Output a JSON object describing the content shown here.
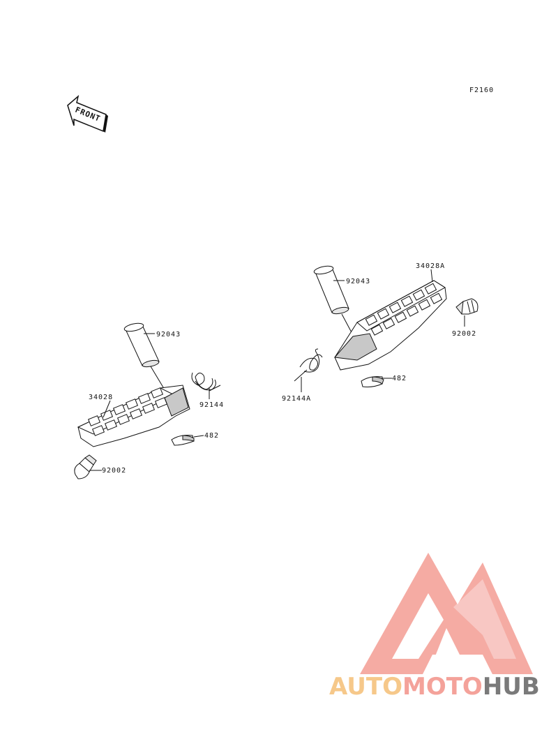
{
  "figure_code": "F2160",
  "front_arrow_text": "FRONT",
  "left_assembly": {
    "footpeg_label": "34028",
    "pin_label": "92043",
    "spring_label": "92144",
    "clip_label": "482",
    "rubber_label": "92002"
  },
  "right_assembly": {
    "footpeg_label": "34028A",
    "pin_label": "92043",
    "spring_label": "92144A",
    "clip_label": "482",
    "rubber_label": "92002"
  },
  "watermark": {
    "part1": "AUTO",
    "part2": "MOTO",
    "part3": "HUB",
    "colors": {
      "part1": "#f6c88a",
      "part2": "#f4a29a",
      "part3": "#7a7a7a",
      "logo": "#f4a29a"
    }
  }
}
